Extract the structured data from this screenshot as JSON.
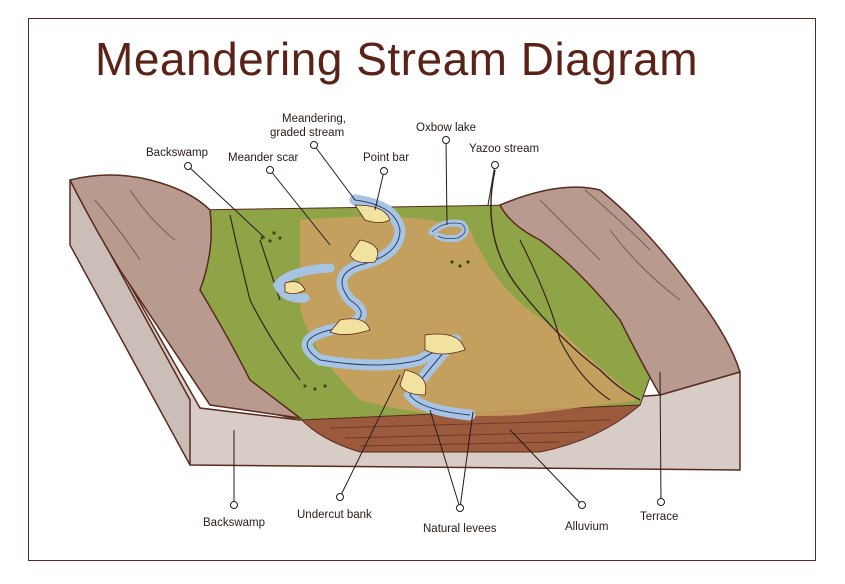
{
  "title": "Meandering Stream Diagram",
  "labels": {
    "backswamp_top": "Backswamp",
    "meander_scar": "Meander scar",
    "meandering_stream_line1": "Meandering,",
    "meandering_stream_line2": "graded stream",
    "point_bar": "Point bar",
    "oxbow_lake": "Oxbow lake",
    "yazoo_stream": "Yazoo stream",
    "backswamp_bottom": "Backswamp",
    "undercut_bank": "Undercut bank",
    "natural_levees": "Natural levees",
    "alluvium": "Alluvium",
    "terrace": "Terrace"
  },
  "colors": {
    "title": "#5b2318",
    "frame": "#5a2a1e",
    "floodplain_green": "#8fa447",
    "sediment_tan": "#c9a060",
    "water": "#a7c4e4",
    "point_bar_sand": "#f2e2a0",
    "rock": "#b89a8f",
    "block_side": "#d8ccc7"
  }
}
